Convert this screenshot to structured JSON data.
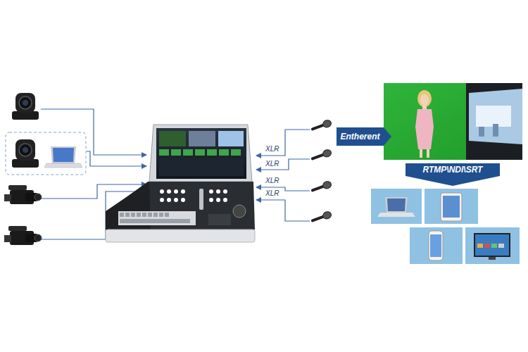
{
  "diagram": {
    "nodes": [
      {
        "text": [
          "Entherent"
        ]
      },
      {
        "text": [
          "RTMP\\NDI\\SRT"
        ]
      }
    ],
    "labels": [
      "XLR",
      "XLR",
      "XLR",
      "XLR"
    ]
  }
}
